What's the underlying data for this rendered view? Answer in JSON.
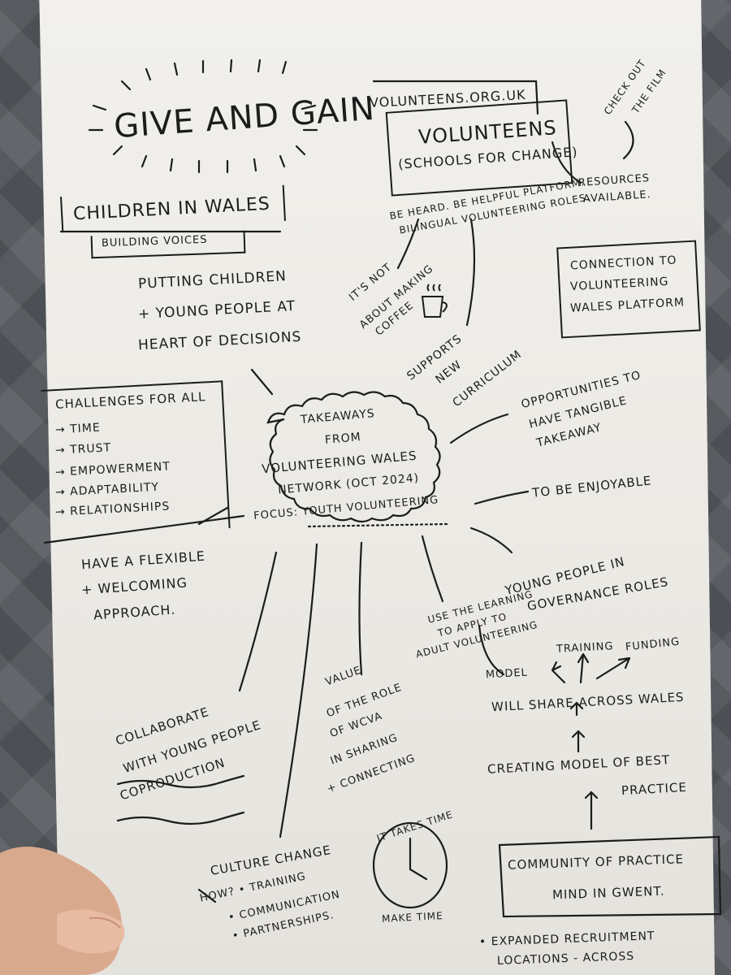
{
  "title": "Give And Gain",
  "children_in_wales": {
    "heading": "Children in Wales",
    "subheading": "Building Voices",
    "text_lines": [
      "Putting Children",
      "+ Young People at",
      "Heart of Decisions"
    ]
  },
  "volunteens": {
    "url": "Volunteens.org.uk",
    "heading": "Volunteens",
    "subheading": "(Schools for Change)",
    "note": [
      "Be Heard. Be Helpful Platform.",
      "Bilingual Volunteering Roles."
    ],
    "check_film": [
      "Check out",
      "the film"
    ],
    "resources": [
      "Resources",
      "available."
    ],
    "not_coffee": [
      "It's not",
      "about making",
      "coffee"
    ],
    "curriculum": [
      "Supports",
      "new",
      "Curriculum"
    ]
  },
  "connection_box": [
    "Connection to",
    "Volunteering",
    "Wales Platform"
  ],
  "challenges": {
    "heading": "Challenges for All",
    "items": [
      "→ Time",
      "→ Trust",
      "→ Empowerment",
      "→ Adaptability",
      "→ Relationships"
    ]
  },
  "center": {
    "lines": [
      "Takeaways",
      "from",
      "Volunteering Wales",
      "Network (Oct 2024)",
      "Focus: Youth Volunteering"
    ]
  },
  "flexible": [
    "Have a flexible",
    "+ Welcoming",
    "Approach."
  ],
  "tangible": [
    "Opportunities to",
    "have tangible",
    "takeaway"
  ],
  "enjoyable": "To be enjoyable",
  "governance": [
    "Young People in",
    "Governance Roles"
  ],
  "adult_learning": [
    "Use the learning",
    "to apply to",
    "adult volunteering"
  ],
  "model_items": [
    "Model",
    "Training",
    "Funding"
  ],
  "share": "Will share across Wales",
  "best_practice": [
    "Creating model of best",
    "practice"
  ],
  "community": [
    "Community of Practice",
    "Mind in Gwent."
  ],
  "recruitment": [
    "• Expanded Recruitment",
    "locations - across"
  ],
  "collaborate": [
    "Collaborate",
    "with young people",
    "Coproduction"
  ],
  "wcva": [
    "Value",
    "of the role",
    "of WCVA",
    "in sharing",
    "+ connecting"
  ],
  "culture": {
    "heading": "Culture Change",
    "items": [
      "How? • Training",
      "• Communication",
      "• Partnerships."
    ]
  },
  "clock": {
    "top": "It takes time",
    "bottom": "Make time"
  }
}
